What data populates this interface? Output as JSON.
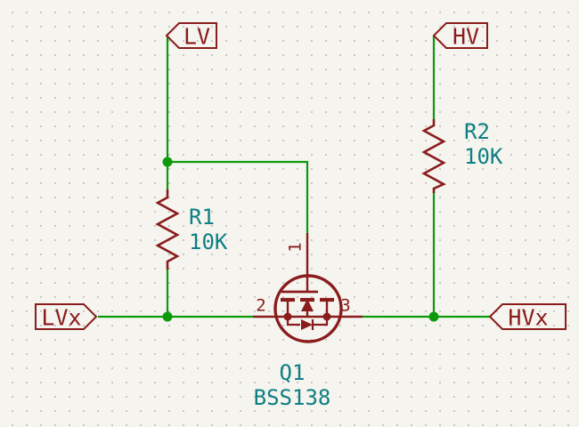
{
  "schematic": {
    "description": "Bidirectional logic level shifter schematic (KiCad style)",
    "net_labels": {
      "lv": "LV",
      "hv": "HV",
      "lvx": "LVx",
      "hvx": "HVx"
    },
    "components": {
      "r1": {
        "ref": "R1",
        "value": "10K"
      },
      "r2": {
        "ref": "R2",
        "value": "10K"
      },
      "q1": {
        "ref": "Q1",
        "value": "BSS138",
        "pins": {
          "p1": "1",
          "p2": "2",
          "p3": "3"
        }
      }
    },
    "colors": {
      "wire": "#0a9a0a",
      "junction": "#0a9a0a",
      "symbol_outline": "#8a1c1c",
      "label_outline": "#8a1c1c",
      "field_text": "#0e7f82",
      "background": "#f5f4ef",
      "grid_dot": "#c3c3c3"
    }
  }
}
